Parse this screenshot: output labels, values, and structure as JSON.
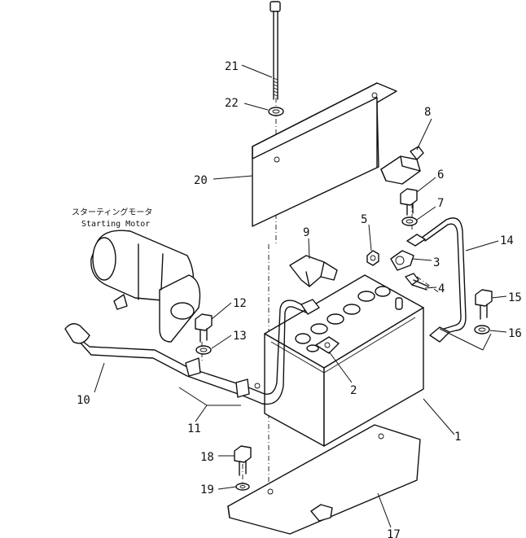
{
  "caption": {
    "jp": "スターティングモータ",
    "en": "Starting Motor"
  },
  "callouts": {
    "c1": "1",
    "c2": "2",
    "c3": "3",
    "c4": "4",
    "c5": "5",
    "c6": "6",
    "c7": "7",
    "c8": "8",
    "c9": "9",
    "c10": "10",
    "c11": "11",
    "c12": "12",
    "c13": "13",
    "c14": "14",
    "c15": "15",
    "c16": "16",
    "c17": "17",
    "c18": "18",
    "c19": "19",
    "c20": "20",
    "c21": "21",
    "c22": "22"
  }
}
